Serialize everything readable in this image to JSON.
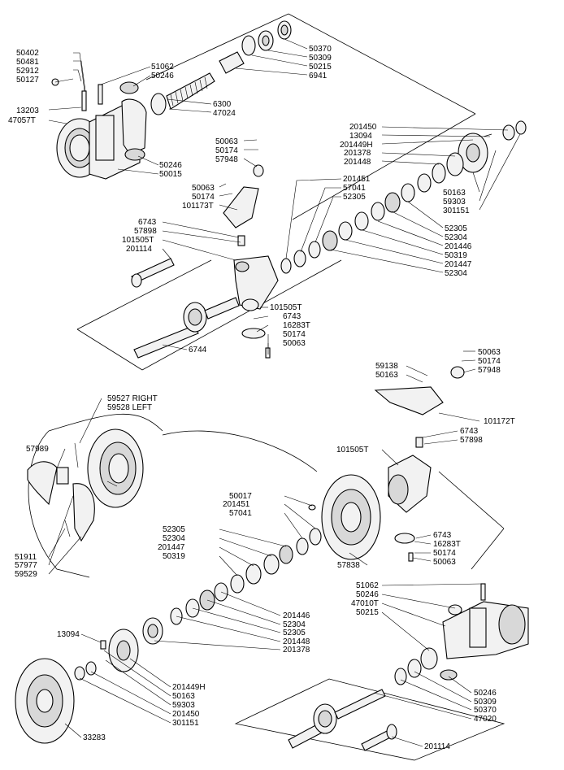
{
  "labels": {
    "l50402": "50402",
    "l50481": "50481",
    "l52912": "52912",
    "l50127": "50127",
    "l13203": "13203",
    "l47057T": "47057T",
    "l51062a": "51062",
    "l50246a": "50246",
    "l6300": "6300",
    "l47024": "47024",
    "l50246b": "50246",
    "l50015": "50015",
    "l50370a": "50370",
    "l50309a": "50309",
    "l50215a": "50215",
    "l6941": "6941",
    "l201450a": "201450",
    "l13094a": "13094",
    "l201449Ha": "201449H",
    "l201378a": "201378",
    "l201448a": "201448",
    "l50063a": "50063",
    "l50174a": "50174",
    "l57948a": "57948",
    "l50063b": "50063",
    "l50174b": "50174",
    "l101173T": "101173T",
    "l201451a": "201451",
    "l57041a": "57041",
    "l52305a": "52305",
    "l50163a": "50163",
    "l59303a": "59303",
    "l301151a": "301151",
    "l52305b": "52305",
    "l52304a": "52304",
    "l201446a": "201446",
    "l50319a": "50319",
    "l201447a": "201447",
    "l52304b": "52304",
    "l6743a": "6743",
    "l57898a": "57898",
    "l101505Ta": "101505T",
    "l201114a": "201114",
    "l101505Tb": "101505T",
    "l6743b": "6743",
    "l16283Ta": "16283T",
    "l50174c": "50174",
    "l50063c": "50063",
    "l6744": "6744",
    "l50063d": "50063",
    "l50174d": "50174",
    "l57948b": "57948",
    "l59138": "59138",
    "l50163b": "50163",
    "l101172T": "101172T",
    "l6743c": "6743",
    "l57898b": "57898",
    "l101505Tc": "101505T",
    "l59527": "59527  RIGHT",
    "l59528": "59528  LEFT",
    "l57989": "57989",
    "l51911": "51911",
    "l57977": "57977",
    "l59529": "59529",
    "l50017": "50017",
    "l201451b": "201451",
    "l57041b": "57041",
    "l52305c": "52305",
    "l52304c": "52304",
    "l201447b": "201447",
    "l50319b": "50319",
    "l57838": "57838",
    "l6743d": "6743",
    "l16283Tb": "16283T",
    "l50174e": "50174",
    "l50063e": "50063",
    "l201446b": "201446",
    "l52304d": "52304",
    "l52305d": "52305",
    "l201448b": "201448",
    "l201378b": "201378",
    "l13094b": "13094",
    "l201449Hb": "201449H",
    "l50163c": "50163",
    "l59303b": "59303",
    "l201450b": "201450",
    "l301151b": "301151",
    "l33283": "33283",
    "l51062b": "51062",
    "l50246c": "50246",
    "l47010T": "47010T",
    "l50215b": "50215",
    "l50246d": "50246",
    "l50309b": "50309",
    "l50370b": "50370",
    "l47020": "47020",
    "l201114b": "201114"
  }
}
